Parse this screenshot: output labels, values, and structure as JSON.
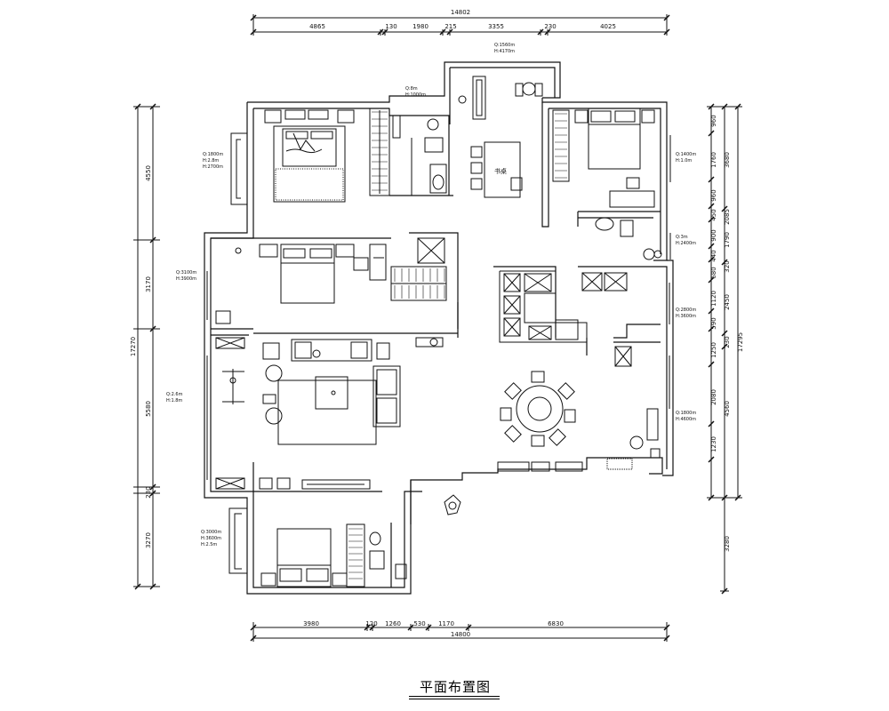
{
  "title": "平面布置图",
  "dimensions": {
    "top_total": "14802",
    "top_segments": [
      "4865",
      "130",
      "1980",
      "215",
      "3355",
      "230",
      "4025"
    ],
    "bottom_total": "14800",
    "bottom_segments": [
      "3980",
      "120",
      "1260",
      "530",
      "1170",
      "6830"
    ],
    "left_total": "17270",
    "left_segments": [
      "4550",
      "3170",
      "5580",
      "230",
      "3270"
    ],
    "right_total": "17295",
    "right_outer": [
      "3680",
      "1790",
      "2450",
      "4560",
      "3280"
    ],
    "right_inner": [
      "960",
      "1760",
      "960",
      "450",
      "900",
      "440",
      "680",
      "1120",
      "590",
      "1250",
      "2080",
      "1230"
    ],
    "right_small": [
      "2085",
      "320",
      "230"
    ]
  },
  "room_labels": {
    "balcony_top": [
      "Q:1560m",
      "H:4170m"
    ],
    "master_bed": [
      "Q:1800m",
      "H:2.8m",
      "H:2700m"
    ],
    "master_bath": [
      "Q:8m",
      "H:1000m"
    ],
    "bed_ne": [
      "Q:1400m",
      "H:1.0m"
    ],
    "bath_ne": [
      "Q:3m",
      "H:2400m"
    ],
    "bed_west": [
      "Q:3100m",
      "H:3900m"
    ],
    "kitchen": [
      "Q:2800m",
      "H:3600m"
    ],
    "living": [
      "Q:2.6m",
      "H:1.8m"
    ],
    "dining": [
      "Q:1800m",
      "H:4600m"
    ],
    "bed_sw": [
      "Q:3000m",
      "H:3600m",
      "H:2.5m"
    ],
    "study_desk": "书桌"
  }
}
